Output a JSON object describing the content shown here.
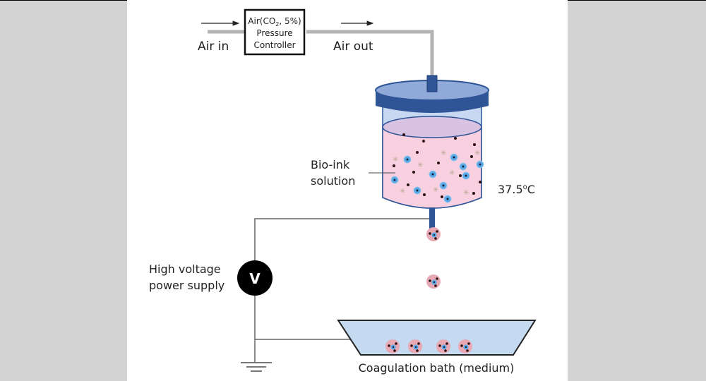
{
  "diagram": {
    "air_in_label": "Air in",
    "air_out_label": "Air out",
    "controller": {
      "line1": "Air(CO",
      "line1_sub": "2",
      "line1_tail": ", 5%)",
      "line2": "Pressure",
      "line3": "Controller"
    },
    "bioink_label_line1": "Bio-ink",
    "bioink_label_line2": "solution",
    "temperature_label": "37.5",
    "temperature_unit_sup": "o",
    "temperature_unit": "C",
    "power_label_line1": "High voltage",
    "power_label_line2": "power supply",
    "voltmeter_symbol": "V",
    "bath_label": "Coagulation bath (medium)",
    "colors": {
      "side_panel": "#d3d3d3",
      "pipe": "#b4b4b4",
      "reservoir_cap": "#2f5597",
      "reservoir_cap_top": "#8fa9d9",
      "reservoir_glass": "#c9d8f2",
      "bioink": "#f8d0e0",
      "bioink_surface": "#d9c3e3",
      "bath": "#c3daf1",
      "cell_blue": "#5aa9e6",
      "droplet": "#e8a8b4"
    }
  }
}
